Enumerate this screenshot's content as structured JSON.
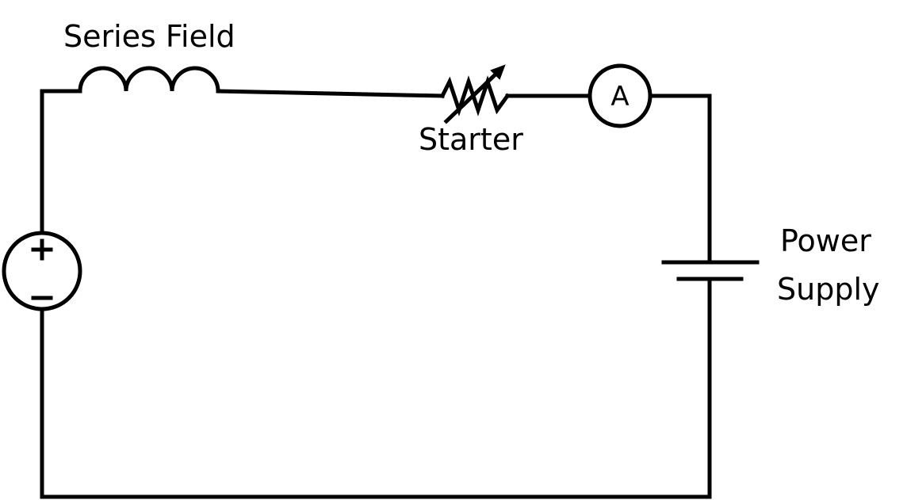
{
  "labels": {
    "series_field": "Series Field",
    "starter": "Starter",
    "power_supply_line1": "Power",
    "power_supply_line2": "Supply",
    "ammeter": "A",
    "source_plus": "+",
    "source_minus": "−"
  },
  "colors": {
    "stroke": "#000000",
    "background": "#ffffff"
  }
}
